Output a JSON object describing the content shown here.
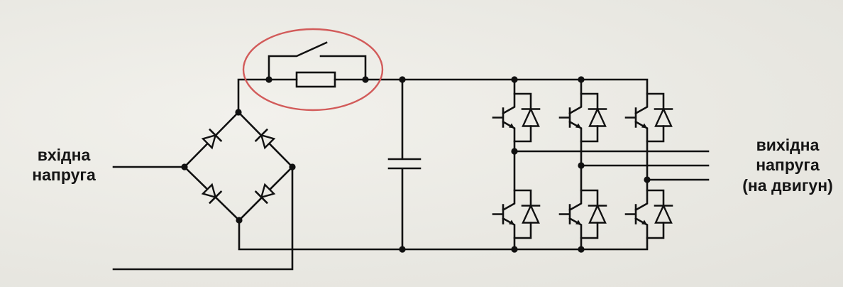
{
  "labels": {
    "input_line1": "вхідна",
    "input_line2": "напруга",
    "output_line1": "вихідна",
    "output_line2": "напруга",
    "output_line3": "(на двигун)"
  },
  "colors": {
    "wire": "#111111",
    "highlight": "#d9534f",
    "paper": "#ecebe5"
  },
  "inverter": {
    "legs": 3,
    "switches_per_leg": 2
  }
}
